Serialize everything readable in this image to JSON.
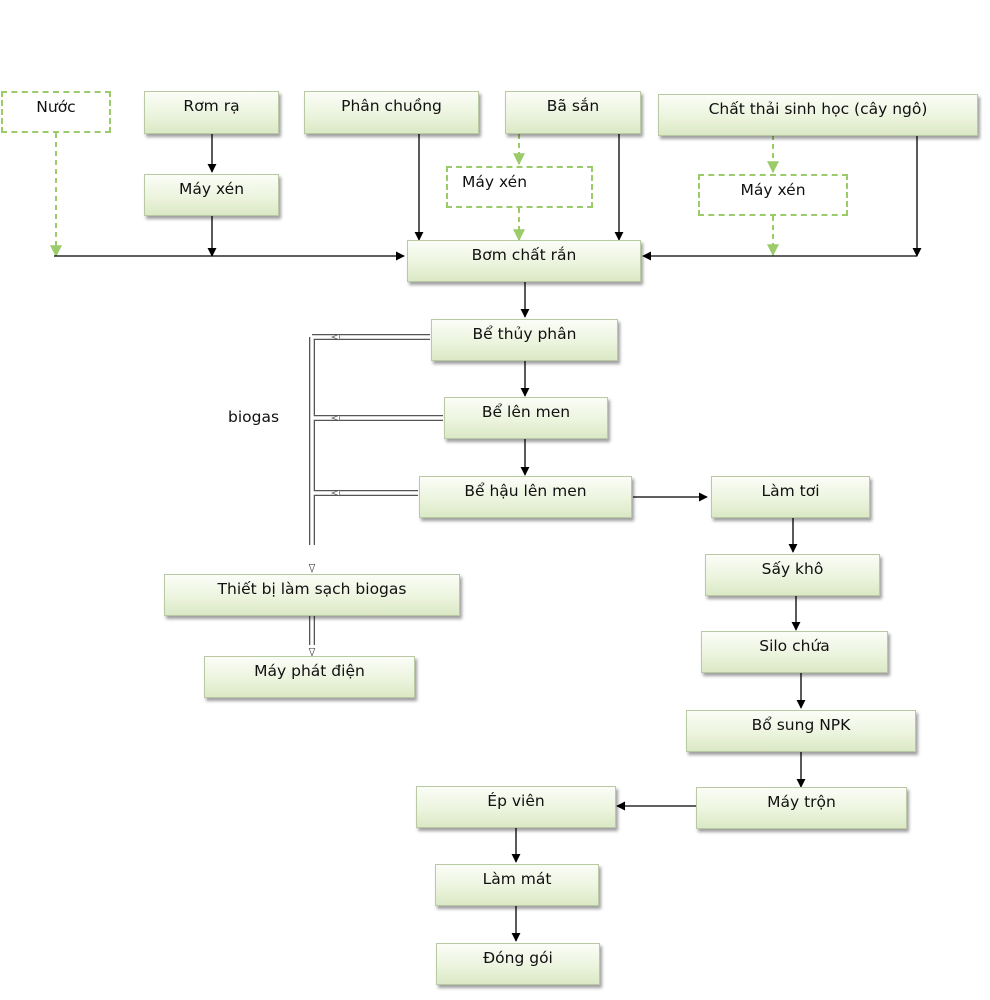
{
  "nodes": {
    "nuoc": "Nước",
    "rom_ra": "Rơm rạ",
    "phan_chuong": "Phân chuồng",
    "ba_san": "Bã sắn",
    "chat_thai": "Chất thải sinh học (cây ngô)",
    "may_xen_1": "Máy xén",
    "may_xen_2": "Máy xén",
    "may_xen_3": "Máy xén",
    "bom_chat_ran": "Bơm chất rắn",
    "be_thuy_phan": "Bể thủy phân",
    "be_len_men": "Bể lên men",
    "be_hau_len_men": "Bể hậu lên men",
    "thiet_bi_lam_sach": "Thiết bị làm sạch biogas",
    "may_phat_dien": "Máy phát điện",
    "lam_toi": "Làm tơi",
    "say_kho": "Sấy khô",
    "silo_chua": "Silo chứa",
    "bo_sung_npk": "Bổ sung NPK",
    "may_tron": "Máy trộn",
    "ep_vien": "Ép viên",
    "lam_mat": "Làm mát",
    "dong_goi": "Đóng gói"
  },
  "labels": {
    "biogas": "biogas"
  },
  "colors": {
    "node_fill": "#e6f0d6",
    "dashed_border": "#9ccc6a",
    "arrow": "#000000"
  }
}
